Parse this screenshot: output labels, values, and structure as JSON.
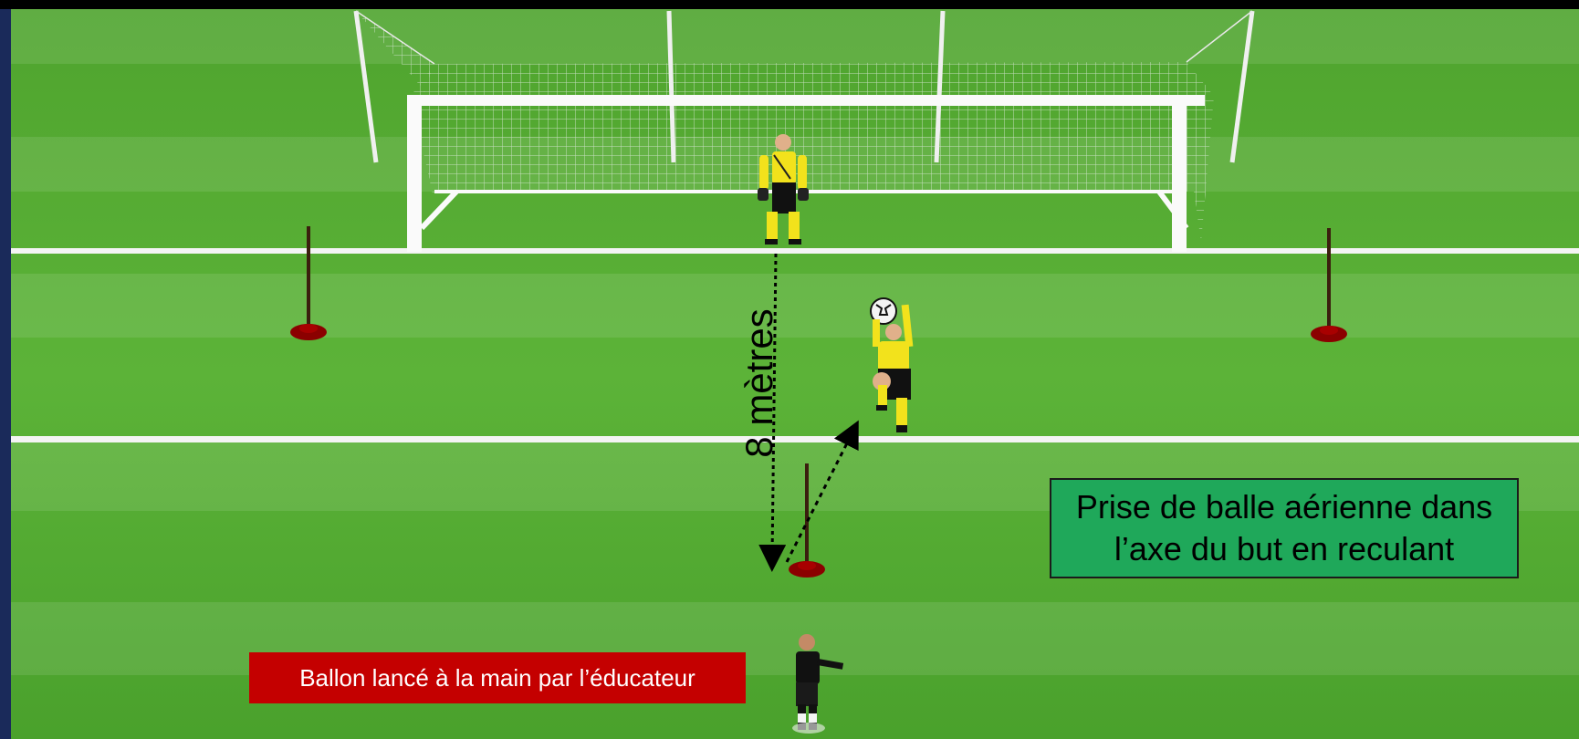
{
  "drill": {
    "title": "Prise de balle aérienne dans l’axe du but en reculant",
    "coach_caption": "Ballon lancé à la main par l’éducateur",
    "distance_label": "8 mètres"
  },
  "colors": {
    "grass_light": "#5fb33a",
    "grass_dark": "#3f8f27",
    "title_box": "#1fa85a",
    "caption_box": "#c40000",
    "cone": "#8b0000",
    "jersey_keeper": "#f2e21c",
    "coach_kit": "#111111"
  }
}
